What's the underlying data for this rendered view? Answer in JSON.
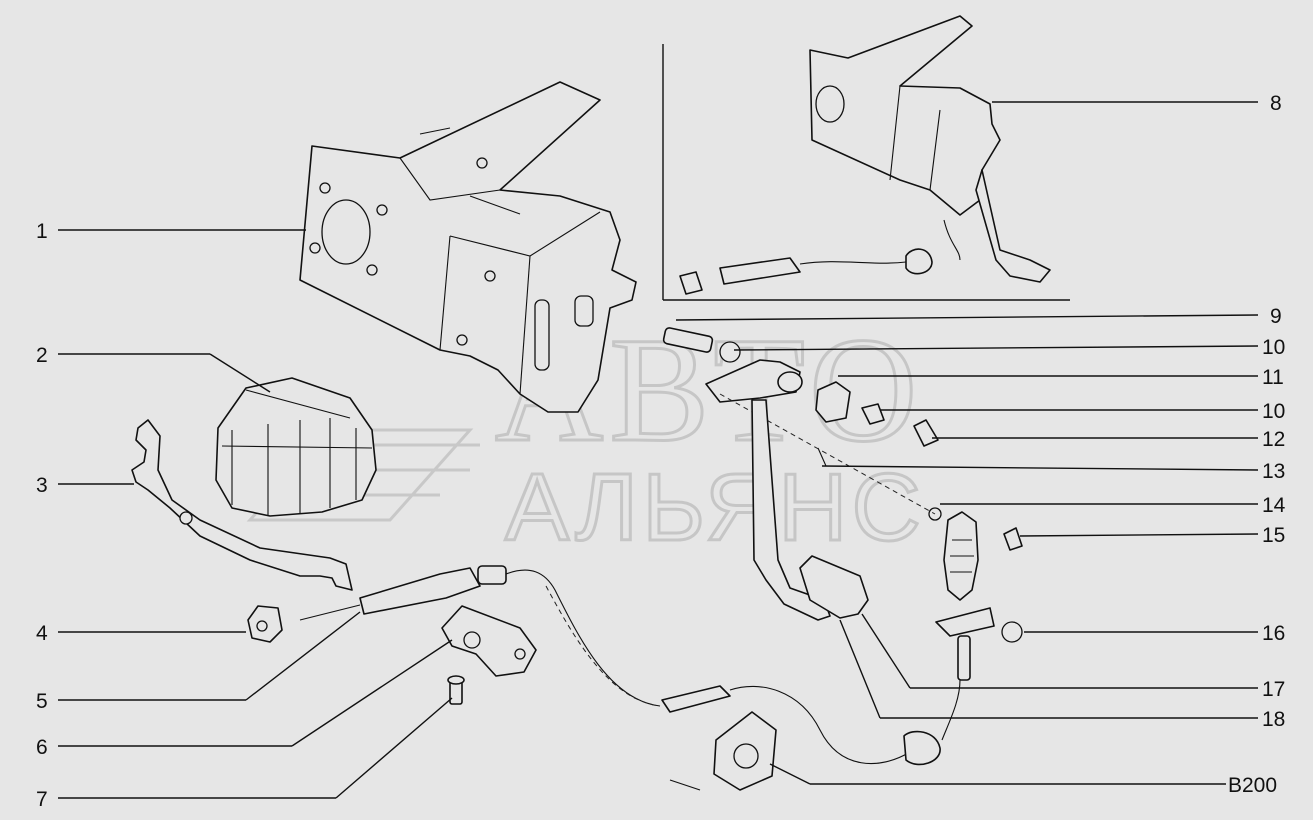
{
  "diagram": {
    "watermark": {
      "line1": "АВТО",
      "line2": "АЛЬЯНС"
    },
    "left_callouts": [
      "1",
      "2",
      "3",
      "4",
      "5",
      "6",
      "7"
    ],
    "right_callouts": [
      "8",
      "9",
      "10",
      "11",
      "10",
      "12",
      "13",
      "14",
      "15",
      "16",
      "17",
      "18",
      "B200"
    ]
  }
}
